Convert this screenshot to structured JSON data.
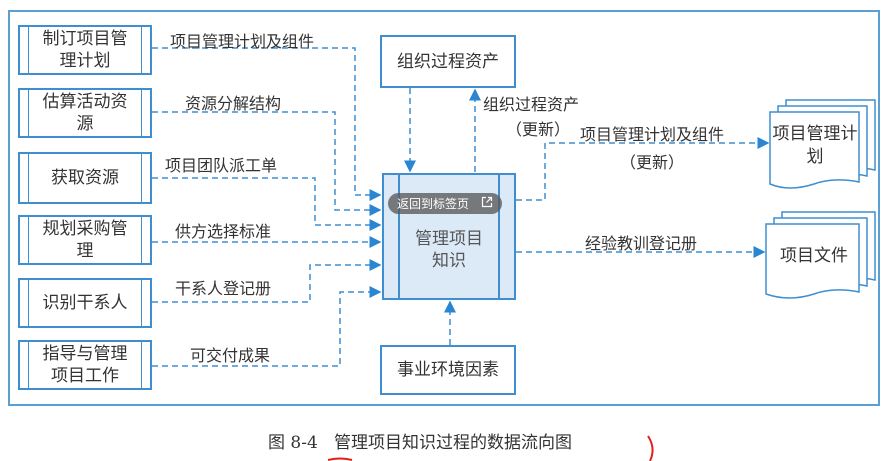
{
  "inputs": [
    "制订项目管理计划",
    "估算活动资源",
    "获取资源",
    "规划采购管理",
    "识别干系人",
    "指导与管理项目工作"
  ],
  "input_lines": [
    "项目管理计划及组件",
    "资源分解结构",
    "项目团队派工单",
    "供方选择标准",
    "干系人登记册",
    "可交付成果"
  ],
  "top_box": "组织过程资产",
  "center_box": "管理项目知识",
  "bottom_box": "事业环境因素",
  "opa_update": {
    "line1": "组织过程资产",
    "line2": "（更新）"
  },
  "pmp_update": {
    "line1": "项目管理计划及组件",
    "line2": "（更新）"
  },
  "lessons": "经验教训登记册",
  "outputs": [
    "项目管理计划",
    "项目文件"
  ],
  "overlay": {
    "label": "返回到标签页",
    "icon": "external-link-icon"
  },
  "caption": "图 8-4   管理项目知识过程的数据流向图",
  "colors": {
    "line": "#3f8fd0",
    "center_fill": "#dce9f7",
    "annotation": "#e02020"
  }
}
